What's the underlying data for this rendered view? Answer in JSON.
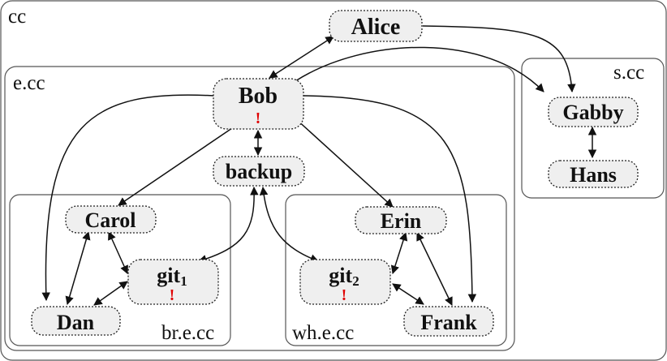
{
  "zones": {
    "cc": "cc",
    "ecc": "e.cc",
    "scc": "s.cc",
    "brecc": "br.e.cc",
    "whecc": "wh.e.cc"
  },
  "nodes": {
    "alice": "Alice",
    "bob": "Bob",
    "backup": "backup",
    "carol": "Carol",
    "dan": "Dan",
    "git1": "git",
    "git1_sub": "1",
    "erin": "Erin",
    "git2": "git",
    "git2_sub": "2",
    "frank": "Frank",
    "gabby": "Gabby",
    "hans": "Hans"
  },
  "warning_mark": "!",
  "colors": {
    "node_fill": "#efefef",
    "warning": "#e00000",
    "edge": "#111111"
  }
}
